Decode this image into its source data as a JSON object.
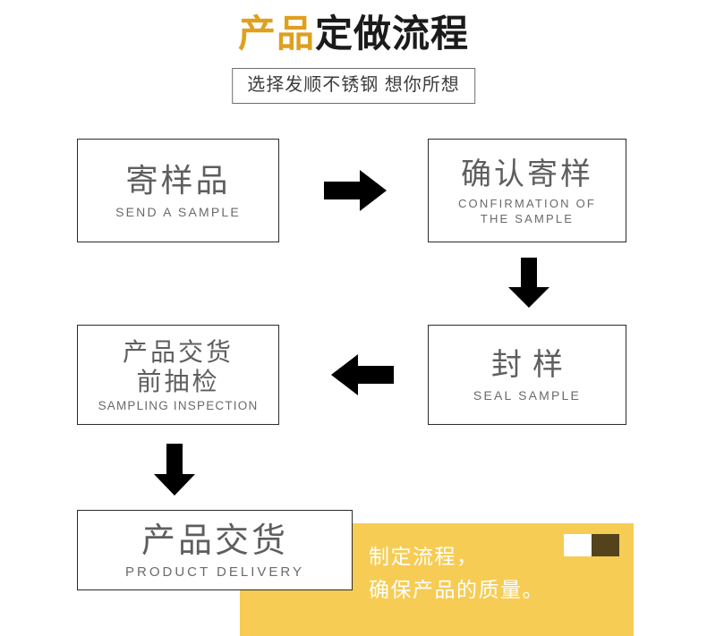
{
  "header": {
    "title_accent": "产品",
    "title_plain": "定做流程",
    "subtitle": "选择发顺不锈钢 想你所想"
  },
  "colors": {
    "accent_orange": "#DFA01F",
    "banner_yellow": "#F7CC54",
    "decor_dark": "#54421C",
    "box_border": "#2b2b2b",
    "box_text": "#5e5e5e"
  },
  "flow": {
    "steps": [
      {
        "id": "send-sample",
        "cn": "寄样品",
        "en": "SEND A SAMPLE"
      },
      {
        "id": "confirm-sample",
        "cn": "确认寄样",
        "en": "CONFIRMATION OF\nTHE SAMPLE"
      },
      {
        "id": "seal-sample",
        "cn": "封样",
        "en": "SEAL SAMPLE"
      },
      {
        "id": "sampling-inspect",
        "cn": "产品交货\n前抽检",
        "en": "SAMPLING INSPECTION"
      },
      {
        "id": "product-delivery",
        "cn": "产品交货",
        "en": "PRODUCT DELIVERY"
      }
    ],
    "arrows": [
      {
        "id": "arrow-right-1",
        "direction": "right"
      },
      {
        "id": "arrow-down-1",
        "direction": "down"
      },
      {
        "id": "arrow-left-1",
        "direction": "left"
      },
      {
        "id": "arrow-down-2",
        "direction": "down"
      }
    ]
  },
  "banner": {
    "text": "制定流程，\n确保产品的质量。"
  }
}
